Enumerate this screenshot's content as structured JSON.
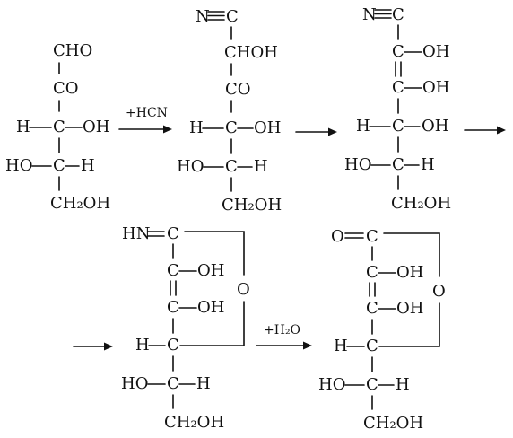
{
  "reagents": {
    "hcn": "+HCN",
    "water": "+H₂O"
  },
  "structure_1": {
    "cho": "CHO",
    "co": "CO",
    "h": "H",
    "c3": "C",
    "oh3": "OH",
    "ho": "HO",
    "c4": "C",
    "h4": "H",
    "ch2oh": "CH₂OH"
  },
  "structure_2": {
    "n": "N",
    "c1": "C",
    "choh": "CHOH",
    "co": "CO",
    "h": "H",
    "c4": "C",
    "oh4": "OH",
    "ho": "HO",
    "c5": "C",
    "h5": "H",
    "ch2oh": "CH₂OH"
  },
  "structure_3": {
    "n": "N",
    "c1": "C",
    "c2": "C",
    "oh2": "OH",
    "c3": "C",
    "oh3": "OH",
    "h": "H",
    "c4": "C",
    "oh4": "OH",
    "ho": "HO",
    "c5": "C",
    "h5": "H",
    "ch2oh": "CH₂OH"
  },
  "structure_4": {
    "hn": "HN",
    "c1": "C",
    "c2": "C",
    "oh2": "OH",
    "c3": "C",
    "oh3": "OH",
    "h": "H",
    "c4": "C",
    "ring_o": "O",
    "ho": "HO",
    "c5": "C",
    "h5": "H",
    "ch2oh": "CH₂OH"
  },
  "structure_5": {
    "o": "O",
    "c1": "C",
    "c2": "C",
    "oh2": "OH",
    "c3": "C",
    "oh3": "OH",
    "h": "H",
    "c4": "C",
    "ring_o": "O",
    "ho": "HO",
    "c5": "C",
    "h5": "H",
    "ch2oh": "CH₂OH"
  }
}
